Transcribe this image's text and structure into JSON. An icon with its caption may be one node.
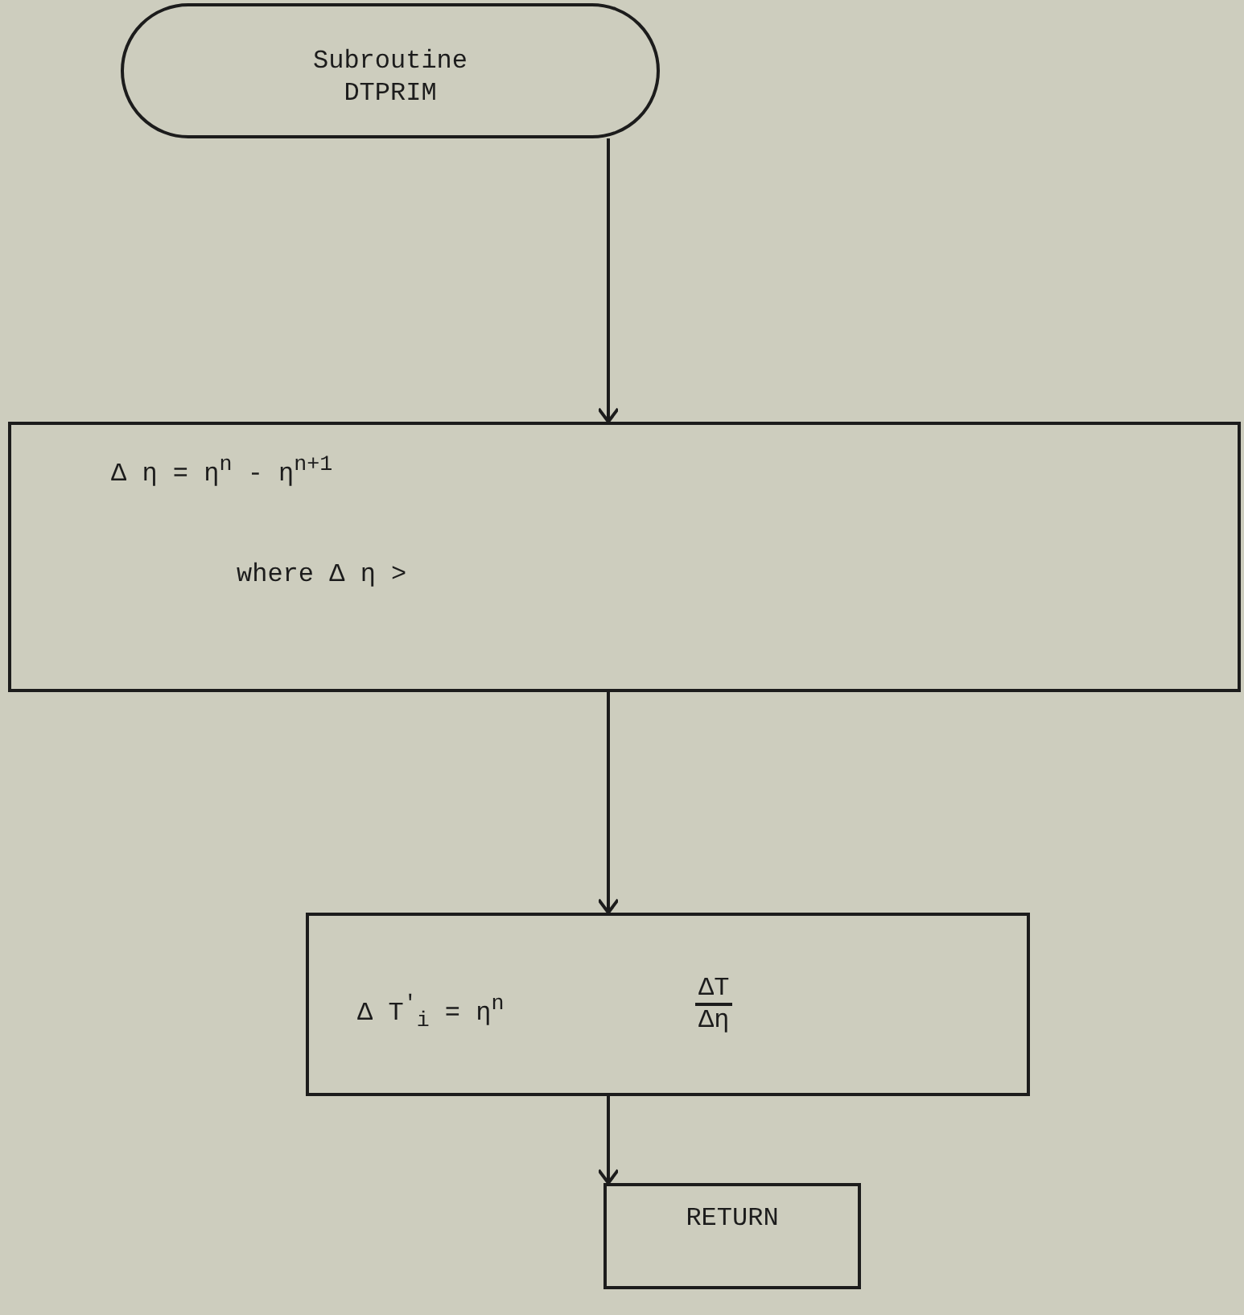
{
  "diagram": {
    "nodes": [
      {
        "text": [
          "Subroutine DTPRIM"
        ]
      },
      {
        "text": [
          "Δ η = η$^{n}$ - η$^{n+1}$",
          "where Δ η >"
        ]
      },
      {
        "text": [
          "Δ T$^{'}$$_{i}$ = η$^{n}$",
          "ΔT",
          "Δη"
        ]
      },
      {
        "text": [
          "RETURN"
        ]
      }
    ],
    "edges": [
      {
        "from": 0,
        "to": 1,
        "arrow": "to"
      },
      {
        "from": 1,
        "to": 2,
        "arrow": "to"
      },
      {
        "from": 2,
        "to": 3,
        "arrow": "to"
      }
    ]
  }
}
